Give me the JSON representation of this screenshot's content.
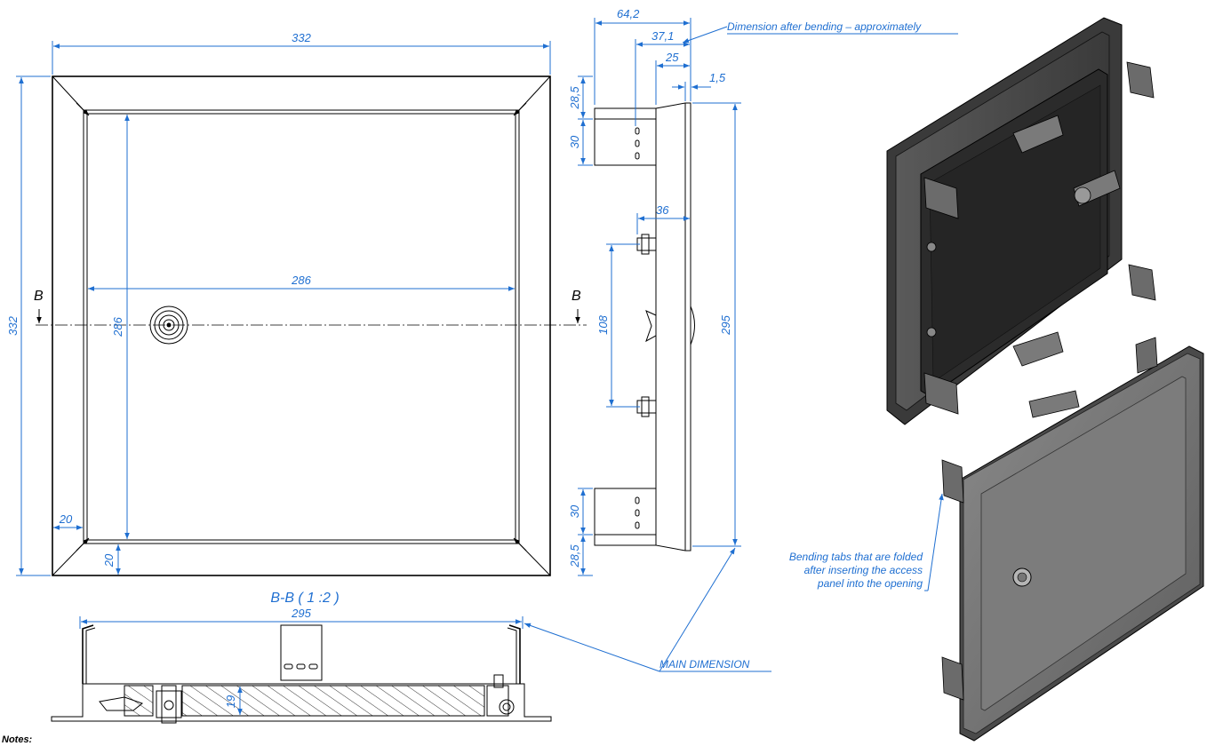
{
  "front_view": {
    "dim_width_outer": "332",
    "dim_height_outer": "332",
    "dim_width_inner": "286",
    "dim_height_inner": "286",
    "dim_frame_side": "20",
    "dim_frame_bottom": "20",
    "section_marker": "B"
  },
  "side_view": {
    "dim_total_depth": "64,2",
    "dim_bent_depth": "37,1",
    "dim_tab_depth": "25",
    "dim_sheet": "1,5",
    "dim_top_offset": "28,5",
    "dim_top_tab": "30",
    "dim_lock_depth": "36",
    "dim_lock_span": "108",
    "dim_bottom_tab": "30",
    "dim_bottom_offset": "28,5",
    "dim_main_height": "295"
  },
  "section_view": {
    "title": "B-B ( 1 :2 )",
    "dim_width": "295",
    "dim_thickness": "19"
  },
  "annotations": {
    "bending_note": "Dimension after bending – approximately",
    "tabs_note_line1": "Bending tabs that are folded",
    "tabs_note_line2": "after inserting the access",
    "tabs_note_line3": "panel into the opening",
    "main_dimension": "MAIN DIMENSION",
    "notes": "Notes:"
  },
  "colors": {
    "dimension": "#1f6fd1",
    "outline": "#000000",
    "panel_dark": "#2b2b2b",
    "panel_gray": "#6f6f6f"
  }
}
